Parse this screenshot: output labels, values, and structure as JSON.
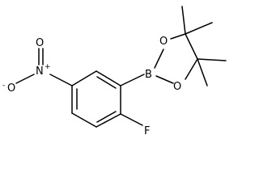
{
  "molecule": {
    "atoms": {
      "fluorine": "F",
      "boron": "B",
      "oxygen_upper": "O",
      "oxygen_lower": "O",
      "nitrogen": "N",
      "oxygen_nitro_top": "O",
      "oxygen_nitro_left": "O"
    },
    "charges": {
      "nitrogen": "+",
      "oxygen_nitro_left": "-"
    }
  }
}
